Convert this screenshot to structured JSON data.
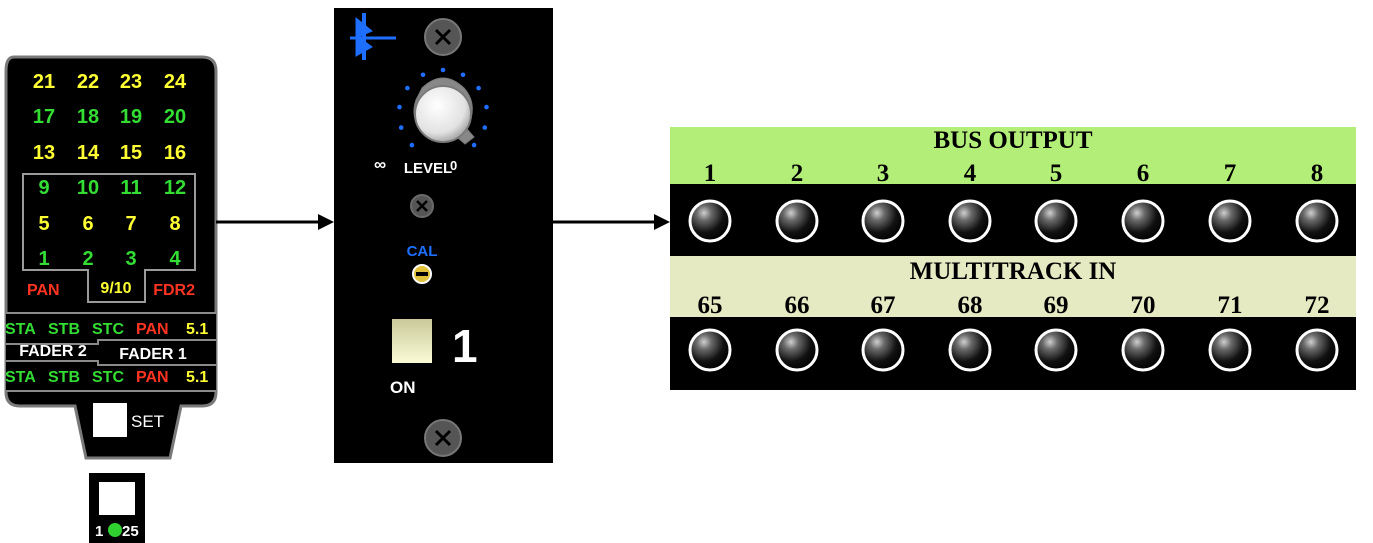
{
  "selector": {
    "grid_rows": [
      [
        {
          "t": "21",
          "c": "yellow"
        },
        {
          "t": "22",
          "c": "yellow"
        },
        {
          "t": "23",
          "c": "yellow"
        },
        {
          "t": "24",
          "c": "yellow"
        }
      ],
      [
        {
          "t": "17",
          "c": "green"
        },
        {
          "t": "18",
          "c": "green"
        },
        {
          "t": "19",
          "c": "green"
        },
        {
          "t": "20",
          "c": "green"
        }
      ],
      [
        {
          "t": "13",
          "c": "yellow"
        },
        {
          "t": "14",
          "c": "yellow"
        },
        {
          "t": "15",
          "c": "yellow"
        },
        {
          "t": "16",
          "c": "yellow"
        }
      ],
      [
        {
          "t": "9",
          "c": "green"
        },
        {
          "t": "10",
          "c": "green"
        },
        {
          "t": "11",
          "c": "green"
        },
        {
          "t": "12",
          "c": "green"
        }
      ],
      [
        {
          "t": "5",
          "c": "yellow"
        },
        {
          "t": "6",
          "c": "yellow"
        },
        {
          "t": "7",
          "c": "yellow"
        },
        {
          "t": "8",
          "c": "yellow"
        }
      ],
      [
        {
          "t": "1",
          "c": "green"
        },
        {
          "t": "2",
          "c": "green"
        },
        {
          "t": "3",
          "c": "green"
        },
        {
          "t": "4",
          "c": "green"
        }
      ]
    ],
    "pan_label": "PAN",
    "pair_label": "9/10",
    "fdr2_label": "FDR2",
    "fader2_row": [
      {
        "t": "STA",
        "c": "green"
      },
      {
        "t": "STB",
        "c": "green"
      },
      {
        "t": "STC",
        "c": "green"
      },
      {
        "t": "PAN",
        "c": "red"
      },
      {
        "t": "5.1",
        "c": "yellow"
      }
    ],
    "fader2_label": "FADER 2",
    "fader1_label": "FADER 1",
    "fader1_row": [
      {
        "t": "STA",
        "c": "green"
      },
      {
        "t": "STB",
        "c": "green"
      },
      {
        "t": "STC",
        "c": "green"
      },
      {
        "t": "PAN",
        "c": "red"
      },
      {
        "t": "5.1",
        "c": "yellow"
      }
    ],
    "set_label": "SET"
  },
  "mini_button": {
    "left_num": "1",
    "right_num": "25"
  },
  "module": {
    "level_min_label": "∞",
    "level_label": "LEVEL",
    "level_max_label": "0",
    "cal_label": "CAL",
    "on_label": "ON",
    "channel_number": "1"
  },
  "patchbay": {
    "bus_output_title": "BUS OUTPUT",
    "bus_output_numbers": [
      "1",
      "2",
      "3",
      "4",
      "5",
      "6",
      "7",
      "8"
    ],
    "multitrack_title": "MULTITRACK IN",
    "multitrack_numbers": [
      "65",
      "66",
      "67",
      "68",
      "69",
      "70",
      "71",
      "72"
    ]
  },
  "colors": {
    "yellow": "#ffff33",
    "green": "#33dd33",
    "red": "#ff3322",
    "white": "#ffffff",
    "blue": "#1e6fff",
    "bus_band": "#b3ef78",
    "multitrack_band": "#e6eac3"
  }
}
